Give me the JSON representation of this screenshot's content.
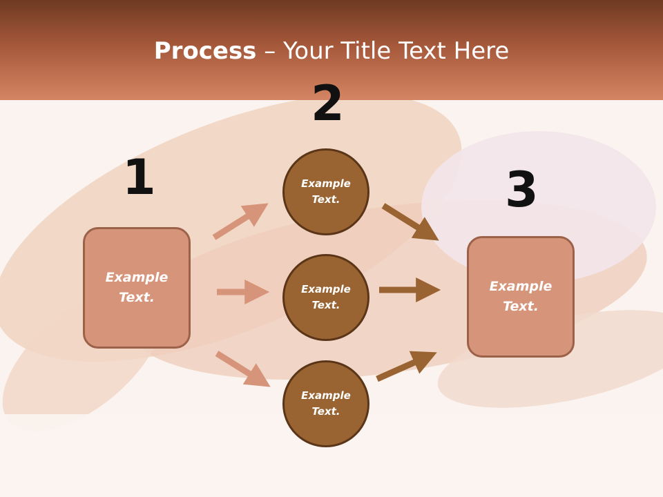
{
  "title": {
    "bold": "Process",
    "rest": " – Your Title Text Here"
  },
  "steps": [
    {
      "number": "1",
      "label_line1": "Example",
      "label_line2": "Text."
    },
    {
      "number": "2"
    },
    {
      "number": "3",
      "label_line1": "Example",
      "label_line2": "Text."
    }
  ],
  "circles": [
    {
      "label_line1": "Example",
      "label_line2": "Text."
    },
    {
      "label_line1": "Example",
      "label_line2": "Text."
    },
    {
      "label_line1": "Example",
      "label_line2": "Text."
    }
  ],
  "colors": {
    "title_bar_top": "#6e3a23",
    "title_bar_bottom": "#d48563",
    "box_fill": "#d6957a",
    "circle_fill": "#9a6432",
    "arrow_light": "#d6957a",
    "arrow_dark": "#9a6432"
  }
}
